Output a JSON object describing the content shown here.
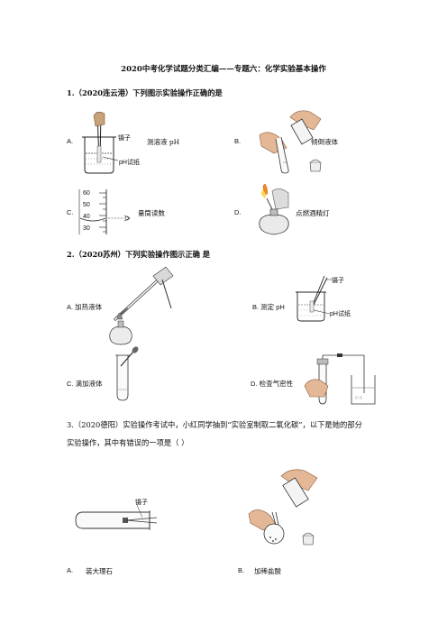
{
  "title": "2020中考化学试题分类汇编——专题六：化学实验基本操作",
  "q1": {
    "stem": "1.（2020连云港）下列图示实验操作正确的是",
    "a": {
      "letter": "A.",
      "caption": "测溶液 pH",
      "label_tweezers": "镊子",
      "label_paper": "pH试纸"
    },
    "b": {
      "letter": "B.",
      "caption": "倾倒液体"
    },
    "c": {
      "letter": "C.",
      "caption": "量筒读数",
      "ticks": [
        "60",
        "50",
        "40",
        "30"
      ]
    },
    "d": {
      "letter": "D.",
      "caption": "点燃酒精灯"
    }
  },
  "q2": {
    "stem": "2.（2020苏州）下列实验操作图示正确    是",
    "a": {
      "text": "A. 加热液体"
    },
    "b": {
      "text": "B. 测定 pH",
      "label_tweezers": "镊子",
      "label_paper": "pH试纸"
    },
    "c": {
      "text": "C. 滴加液体"
    },
    "d": {
      "text": "D. 检查气密性"
    }
  },
  "q3": {
    "line1": "3.（2020德阳）实验操作考试中，小红同学抽到“实验室制取二氧化碳”，以下是她的部分",
    "line2": "实验操作，其中有错误的一项是（        ）",
    "a": {
      "letter": "A.",
      "caption": "装大理石",
      "label_tweezers": "镊子"
    },
    "b": {
      "letter": "B.",
      "caption": "加稀盐酸"
    }
  }
}
